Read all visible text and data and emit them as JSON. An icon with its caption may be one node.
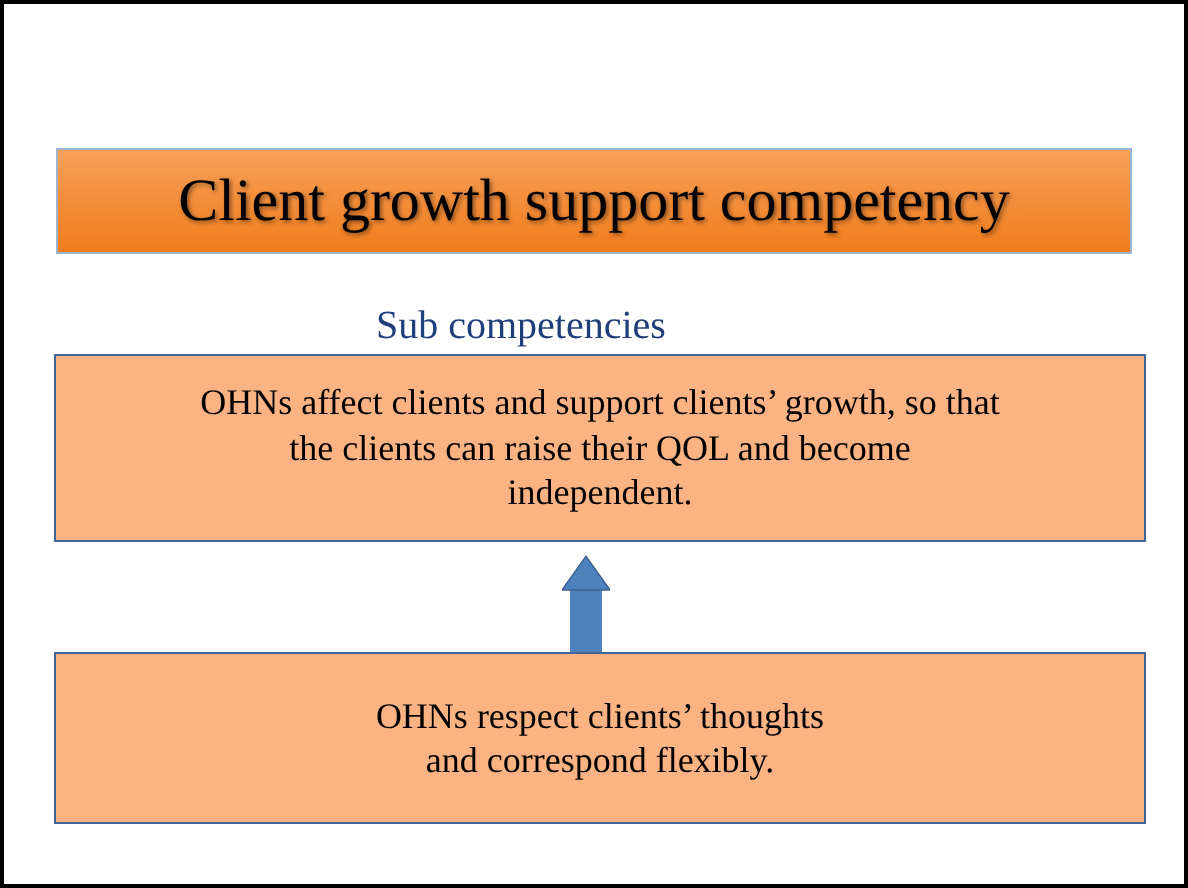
{
  "diagram": {
    "nodes": [
      {
        "text": [
          "Client growth support competency"
        ]
      },
      {
        "text": [
          "OHNs affect clients and support clients’ growth, so that the clients can raise their QOL and become independent."
        ]
      },
      {
        "text": [
          "OHNs respect clients’ thoughts and correspond flexibly."
        ]
      }
    ],
    "edges": [
      {
        "from": 2,
        "to": 1,
        "arrow": "to",
        "color": "#4f81bd"
      }
    ],
    "labels": [
      "Sub competencies"
    ]
  }
}
